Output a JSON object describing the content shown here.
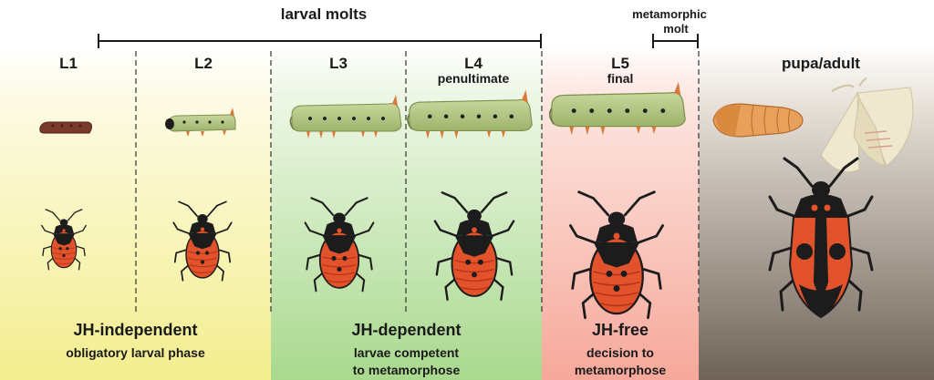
{
  "header": {
    "larval_molts": "larval molts",
    "metamorphic_molt_line1": "metamorphic",
    "metamorphic_molt_line2": "molt"
  },
  "stages": [
    {
      "label": "L1",
      "sublabel": ""
    },
    {
      "label": "L2",
      "sublabel": ""
    },
    {
      "label": "L3",
      "sublabel": ""
    },
    {
      "label": "L4",
      "sublabel": "penultimate"
    },
    {
      "label": "L5",
      "sublabel": "final"
    },
    {
      "label": "pupa/adult",
      "sublabel": ""
    }
  ],
  "phases": [
    {
      "title": "JH-independent",
      "desc_line1": "obligatory larval phase",
      "desc_line2": "",
      "color": "#f3ee8e"
    },
    {
      "title": "JH-dependent",
      "desc_line1": "larvae competent",
      "desc_line2": "to metamorphose",
      "color": "#a9d98e"
    },
    {
      "title": "JH-free",
      "desc_line1": "decision to",
      "desc_line2": "metamorphose",
      "color": "#f6a89a"
    },
    {
      "title": "",
      "desc_line1": "",
      "desc_line2": "",
      "color": "#77695c"
    }
  ],
  "colors": {
    "bug_red": "#e2522b",
    "bug_black": "#1c1c1c",
    "caterpillar_green": "#a8bd7a",
    "caterpillar_brown": "#7a3a2c",
    "pupa_orange": "#e8a15a",
    "moth_cream": "#efe8cf"
  }
}
